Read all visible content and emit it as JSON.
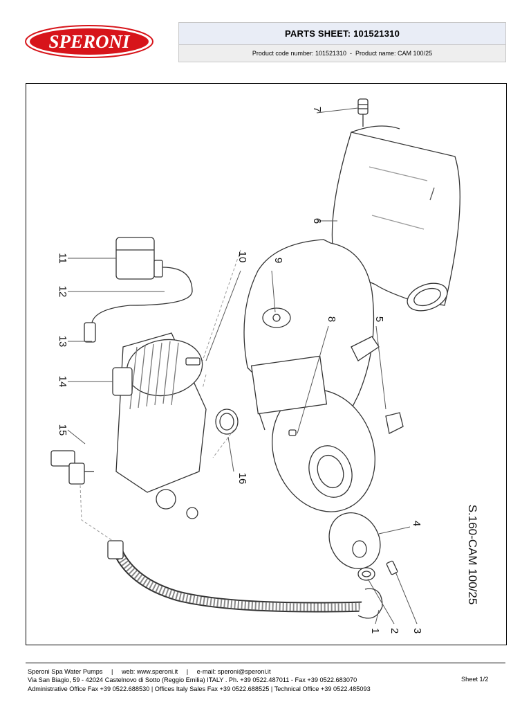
{
  "brand": {
    "name": "SPERONI",
    "color": "#d7141a"
  },
  "header": {
    "title": "PARTS SHEET: 101521310",
    "product_code_label": "Product code number: 101521310",
    "separator": "-",
    "product_name_label": "Product name: CAM 100/25"
  },
  "drawing": {
    "model_label": "S.160-CAM 100/25",
    "part_numbers": [
      "1",
      "2",
      "3",
      "4",
      "5",
      "6",
      "7",
      "8",
      "9",
      "10",
      "11",
      "12",
      "13",
      "14",
      "15",
      "16"
    ]
  },
  "footer": {
    "company": "Speroni Spa Water Pumps",
    "sep": "|",
    "web": "web: www.speroni.it",
    "email": "e-mail: speroni@speroni.it",
    "address": "Via San Biagio, 59 - 42024 Castelnovo di Sotto (Reggio Emilia) ITALY . Ph. +39 0522.487011 - Fax +39 0522.683070",
    "offices": "Administrative Office Fax +39 0522.688530 | Offices Italy Sales Fax +39 0522.688525 | Technical Office +39 0522.485093",
    "sheet": "Sheet 1/2"
  }
}
